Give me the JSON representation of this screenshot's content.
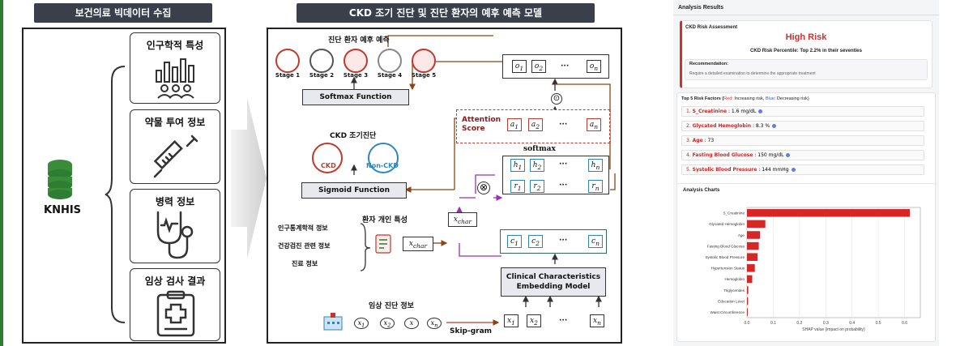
{
  "left": {
    "header": "보건의료 빅데이터 수집",
    "source": "KNHIS",
    "cards": [
      {
        "title": "인구학적 특성",
        "icon": "demographics-icon"
      },
      {
        "title": "약물 투여 정보",
        "icon": "syringe-icon"
      },
      {
        "title": "병력 정보",
        "icon": "stethoscope-icon"
      },
      {
        "title": "임상 검사 결과",
        "icon": "clipboard-icon"
      }
    ]
  },
  "middle": {
    "header": "CKD 조기 진단 및 진단 환자의 예후 예측 모델",
    "prognosis_title": "진단 환자 예후 예측",
    "stages": [
      "Stage 1",
      "Stage 2",
      "Stage 3",
      "Stage 4",
      "Stage 5"
    ],
    "softmax_fn": "Softmax Function",
    "early_title": "CKD 조기진단",
    "ckd": "CKD",
    "non_ckd": "Non-CKD",
    "sigmoid_fn": "Sigmoid Function",
    "attention_label": "Attention Score",
    "softmax_small": "softmax",
    "patient_title": "환자 개인 특성",
    "patient_items": [
      "인구통계학적 정보",
      "건강검진 관련 정보",
      "진료 정보"
    ],
    "xchar": "x",
    "xchar_sub": "char",
    "embedding": "Clinical Characteristics Embedding Model",
    "clinical_title": "임상 진단 정보",
    "skipgram": "Skip-gram",
    "o_row": [
      "o",
      "o",
      "o"
    ],
    "o_sub": [
      "1",
      "2",
      "n"
    ],
    "a_sub": [
      "1",
      "2",
      "n"
    ],
    "h_sub": [
      "1",
      "2",
      "n"
    ],
    "r_sub": [
      "1",
      "2",
      "n"
    ],
    "c_sub": [
      "1",
      "2",
      "n"
    ],
    "x_sub": [
      "1",
      "2",
      "n"
    ],
    "ellipsis": "···",
    "dot_op": "⊙",
    "cross_op": "⊗"
  },
  "right": {
    "section_title": "Analysis Results",
    "assessment_title": "CKD Risk Assessment",
    "risk_level": "High Risk",
    "percentile": "CKD Risk Percentile: Top 2.2% in their seventies",
    "rec_label": "Recommendation:",
    "rec_text": "Require a detailed examination to determine the appropriate treatment",
    "factors_title": "Top 5 Risk Factors (",
    "legend_red": "Red",
    "legend_mid": ": Increasing risk, ",
    "legend_blue": "Blue",
    "legend_end": ": Decreasing risk)",
    "factors": [
      {
        "num": "1.",
        "name": "S_Creatinine",
        "value": ": 1.6 mg/dL",
        "dot": true
      },
      {
        "num": "2.",
        "name": "Glycated Hemoglobin",
        "value": ": 8.3 %",
        "dot": true
      },
      {
        "num": "3.",
        "name": "Age",
        "value": ": 73",
        "dot": false
      },
      {
        "num": "4.",
        "name": "Fasting Blood Glucose",
        "value": ": 150 mg/dL",
        "dot": true
      },
      {
        "num": "5.",
        "name": "Systolic Blood Pressure",
        "value": ": 144 mmHg",
        "dot": true
      }
    ],
    "charts_title": "Analysis Charts"
  },
  "colors": {
    "accent_red": "#d32f2f",
    "bar": "#d62728",
    "dark_header": "#3a3f4b",
    "frame_green": "#2e7d32"
  },
  "chart_data": {
    "type": "bar",
    "orientation": "horizontal",
    "categories": [
      "S_Creatinine",
      "Glycated Hemoglobin",
      "Age",
      "Fasting Blood Glucose",
      "Systolic Blood Pressure",
      "Hypertension Status",
      "Hemoglobin",
      "Triglycerides",
      "Education Level",
      "Waist Circumference"
    ],
    "values": [
      0.62,
      0.07,
      0.05,
      0.045,
      0.04,
      0.03,
      0.02,
      0.005,
      0.004,
      0.003
    ],
    "xlabel": "SHAP value (impact on probability)",
    "xticks": [
      "0.0",
      "0.1",
      "0.2",
      "0.3",
      "0.4",
      "0.5",
      "0.6"
    ],
    "xlim": [
      0,
      0.66
    ]
  }
}
